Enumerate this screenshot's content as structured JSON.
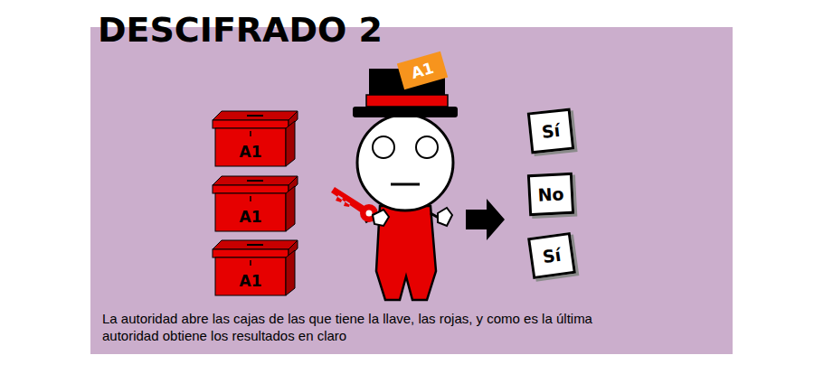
{
  "diagram": {
    "title": "DESCIFRADO 2",
    "caption": "La autoridad abre las cajas de las que tiene la llave, las rojas, y como es la última autoridad obtiene los resultados en claro",
    "nodes": [
      {
        "text": [
          "A1"
        ]
      },
      {
        "text": [
          "A1"
        ]
      },
      {
        "text": [
          "A1"
        ]
      },
      {
        "text": [
          "A1"
        ]
      },
      {
        "text": [
          "Sí"
        ]
      },
      {
        "text": [
          "No"
        ]
      },
      {
        "text": [
          "Sí"
        ]
      }
    ]
  }
}
